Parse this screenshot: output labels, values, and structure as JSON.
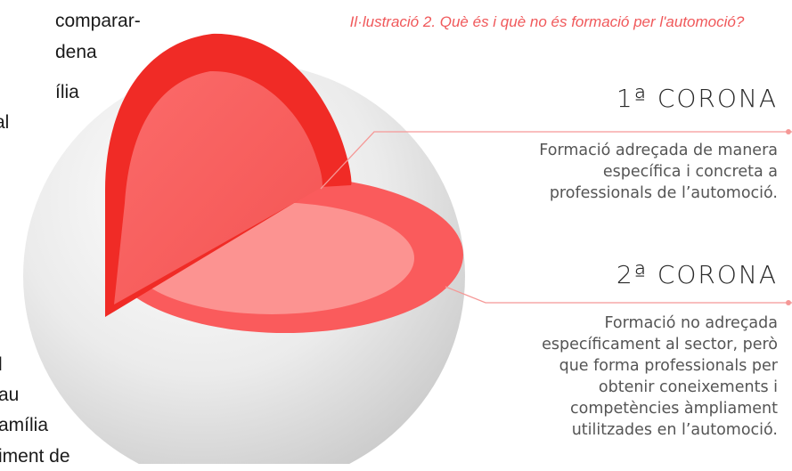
{
  "background_text": [
    {
      "text": "comparar-"
    },
    {
      "text": "dena"
    },
    {
      "text": "ília"
    },
    {
      "text": "al"
    },
    {
      "text": "l"
    },
    {
      "text": "au"
    },
    {
      "text": "amília"
    },
    {
      "text": "iment  de"
    }
  ],
  "caption": "Il·lustració 2. Què és i què no és formació per l'automoció?",
  "first_corona": {
    "title": "1ª CORONA",
    "description_lines": [
      "Formació adreçada de manera",
      "específica i concreta a",
      "professionals de l’automoció."
    ]
  },
  "second_corona": {
    "title": "2ª CORONA",
    "description_lines": [
      "Formació no adreçada",
      "específicament al sector, però",
      "que forma professionals per",
      "obtenir coneixements i",
      "competències àmpliament",
      "utilitzades en l’automoció."
    ]
  },
  "colors": {
    "accent": "#f0585a",
    "inner_core": "#f95f5e",
    "outer_shell": "#f02b26",
    "light_cut": "#fc9090",
    "sphere": "#e8e8e8"
  }
}
